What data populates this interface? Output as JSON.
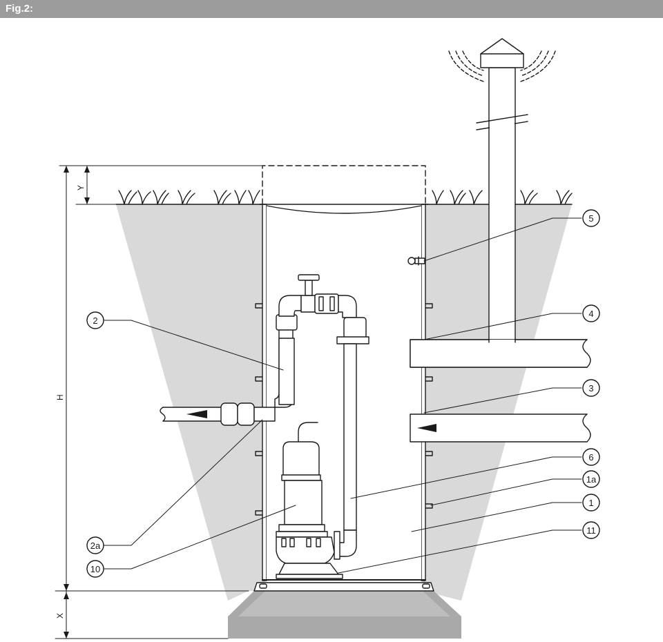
{
  "figure": {
    "title": "Fig.2:"
  },
  "dimensions": {
    "y": "Y",
    "h": "H",
    "x": "X"
  },
  "callouts": {
    "c5": "5",
    "c4": "4",
    "c3": "3",
    "c6": "6",
    "c1a": "1a",
    "c1": "1",
    "c11": "11",
    "c2": "2",
    "c2a": "2a",
    "c10": "10"
  },
  "colors": {
    "ground": "#d9d9d9",
    "foundation": "#a9a9a9",
    "header": "#9b9b9b",
    "line": "#1a1a1a"
  }
}
